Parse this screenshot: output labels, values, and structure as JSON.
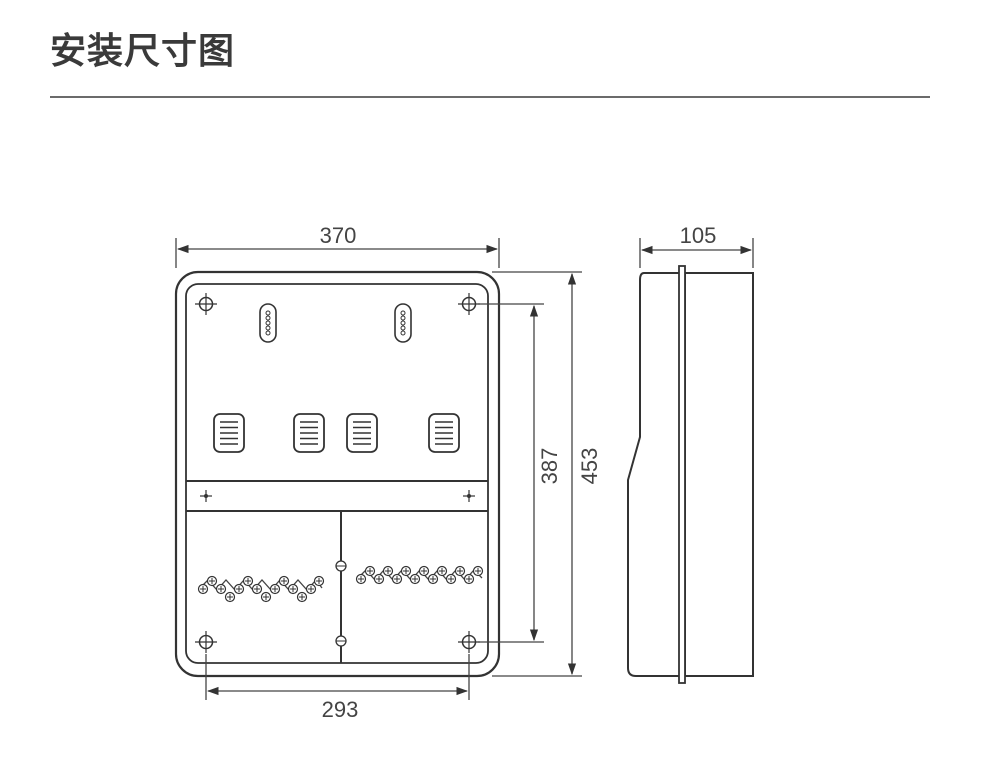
{
  "page": {
    "title": "安装尺寸图"
  },
  "dimensions": {
    "width_total": "370",
    "width_holes": "293",
    "height_holes": "387",
    "height_total": "453",
    "depth": "105"
  },
  "colors": {
    "line": "#333333",
    "text": "#444444",
    "title": "#3a3a3a"
  }
}
